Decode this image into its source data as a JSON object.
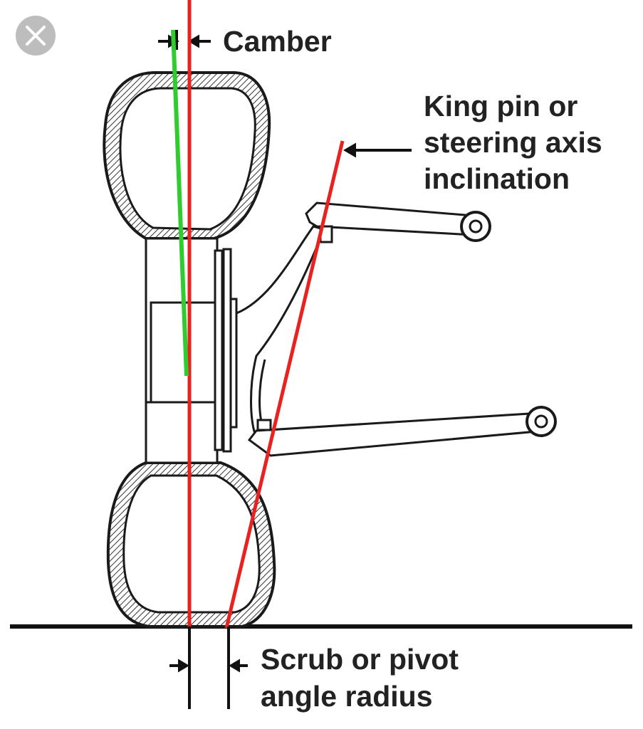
{
  "close_button": {
    "icon": "close-icon"
  },
  "labels": {
    "camber": "Camber",
    "king_pin_line1": "King pin or",
    "king_pin_line2": "steering axis",
    "king_pin_line3": "inclination",
    "scrub_line1": "Scrub or pivot",
    "scrub_line2": "angle radius"
  },
  "colors": {
    "camber_line": "#2ecc2e",
    "axis_line": "#e8231f",
    "outline": "#1a1a1a",
    "close_bg": "#bdbdbd"
  }
}
